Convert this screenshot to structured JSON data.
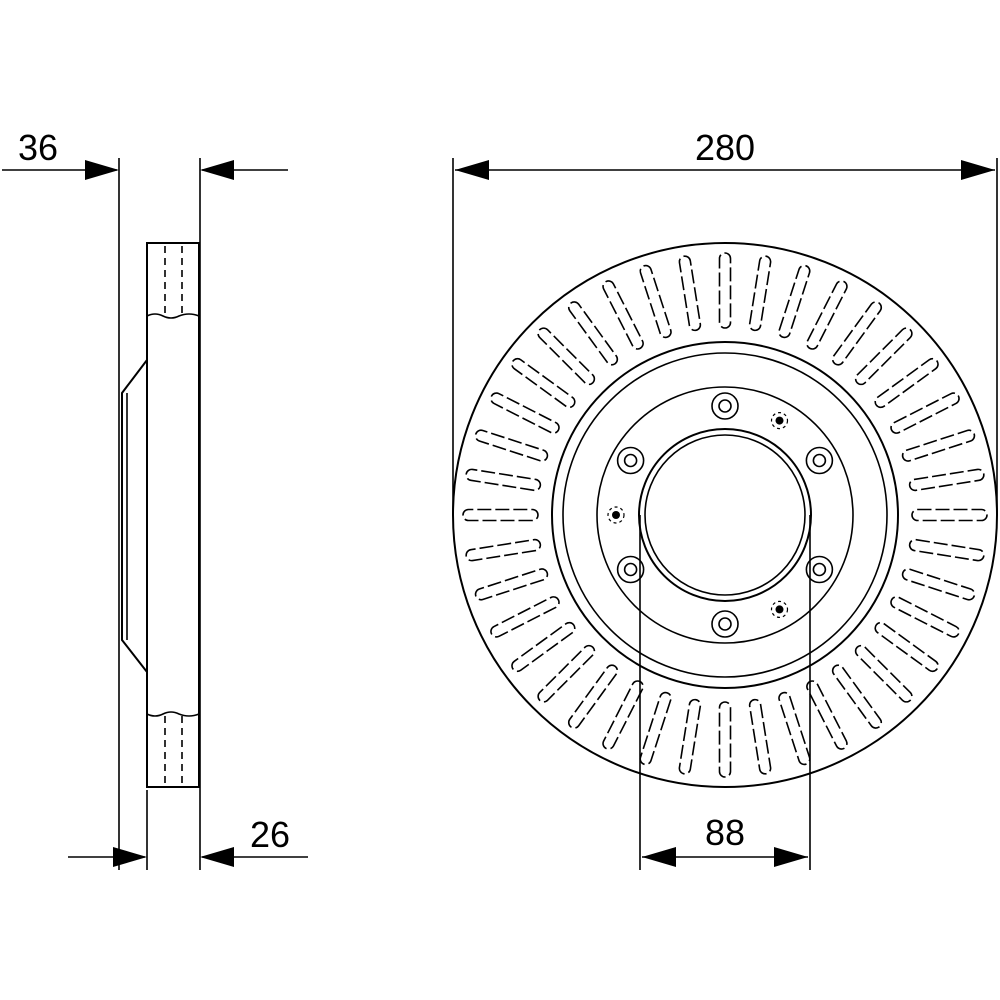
{
  "dimensions": {
    "total_thickness": "36",
    "outer_diameter": "280",
    "disc_thickness": "26",
    "center_bore": "88"
  }
}
